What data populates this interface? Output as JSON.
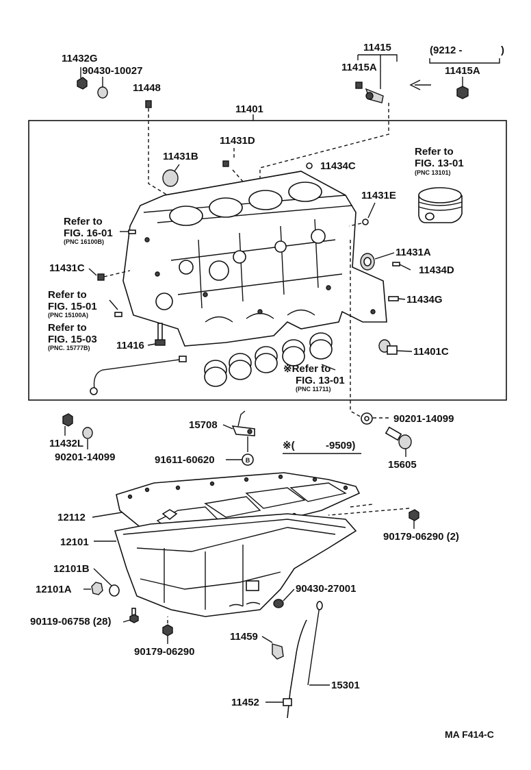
{
  "labels": {
    "p11432G": "11432G",
    "p90430_10027": "90430-10027",
    "p11448": "11448",
    "p11415": "11415",
    "p11415A_left": "11415A",
    "date_9212": "(9212 -",
    "date_9212_close": ")",
    "p11415A_right": "11415A",
    "p11401": "11401",
    "p11431D": "11431D",
    "p11431B": "11431B",
    "p11434C": "11434C",
    "refer_piston_1": "Refer to",
    "refer_piston_2": "FIG. 13-01",
    "refer_piston_3": "(PNC 13101)",
    "p11431E": "11431E",
    "refer_16_1": "Refer to",
    "refer_16_2": "FIG. 16-01",
    "refer_16_3": "(PNC 16100B)",
    "p11431A": "11431A",
    "p11431C": "11431C",
    "p11434D": "11434D",
    "refer_15_1": "Refer to",
    "refer_15_2": "FIG. 15-01",
    "refer_15_3": "(PNC 15100A)",
    "p11434G": "11434G",
    "refer_1503_1": "Refer to",
    "refer_1503_2": "FIG. 15-03",
    "refer_1503_3": "(PNC. 15777B)",
    "p11416": "11416",
    "p11401C": "11401C",
    "refer_bear_1": "※Refer to",
    "refer_bear_2": "FIG. 13-01",
    "refer_bear_3": "(PNC 11711)",
    "p11432L": "11432L",
    "p15708": "15708",
    "p90201_14099_right": "90201-14099",
    "p90201_14099_left": "90201-14099",
    "note_9509_a": "※(",
    "note_9509_b": "-9509)",
    "p91611_60620": "91611-60620",
    "circle_b": "B",
    "p15605": "15605",
    "p12112": "12112",
    "p90179_06290_2": "90179-06290 (2)",
    "p12101": "12101",
    "p12101B": "12101B",
    "p12101A": "12101A",
    "p90430_27001": "90430-27001",
    "p90119_06758": "90119-06758 (28)",
    "p90179_06290": "90179-06290",
    "p11459": "11459",
    "p15301": "15301",
    "p11452": "11452",
    "footer_code": "MA  F414-C"
  }
}
